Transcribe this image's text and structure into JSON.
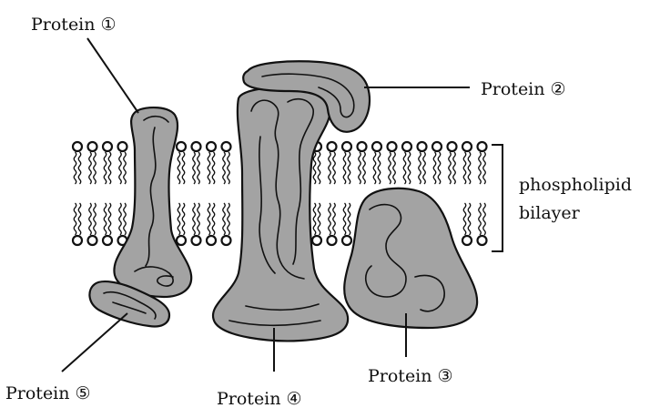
{
  "labels": {
    "protein1": "Protein ①",
    "protein2": "Protein ②",
    "protein3": "Protein ③",
    "protein4": "Protein ④",
    "protein5": "Protein ⑤",
    "bilayer_line1": "phospholipid",
    "bilayer_line2": "bilayer"
  },
  "colors": {
    "protein_fill": "#a3a3a3",
    "outline": "#111111",
    "background": "#ffffff"
  }
}
